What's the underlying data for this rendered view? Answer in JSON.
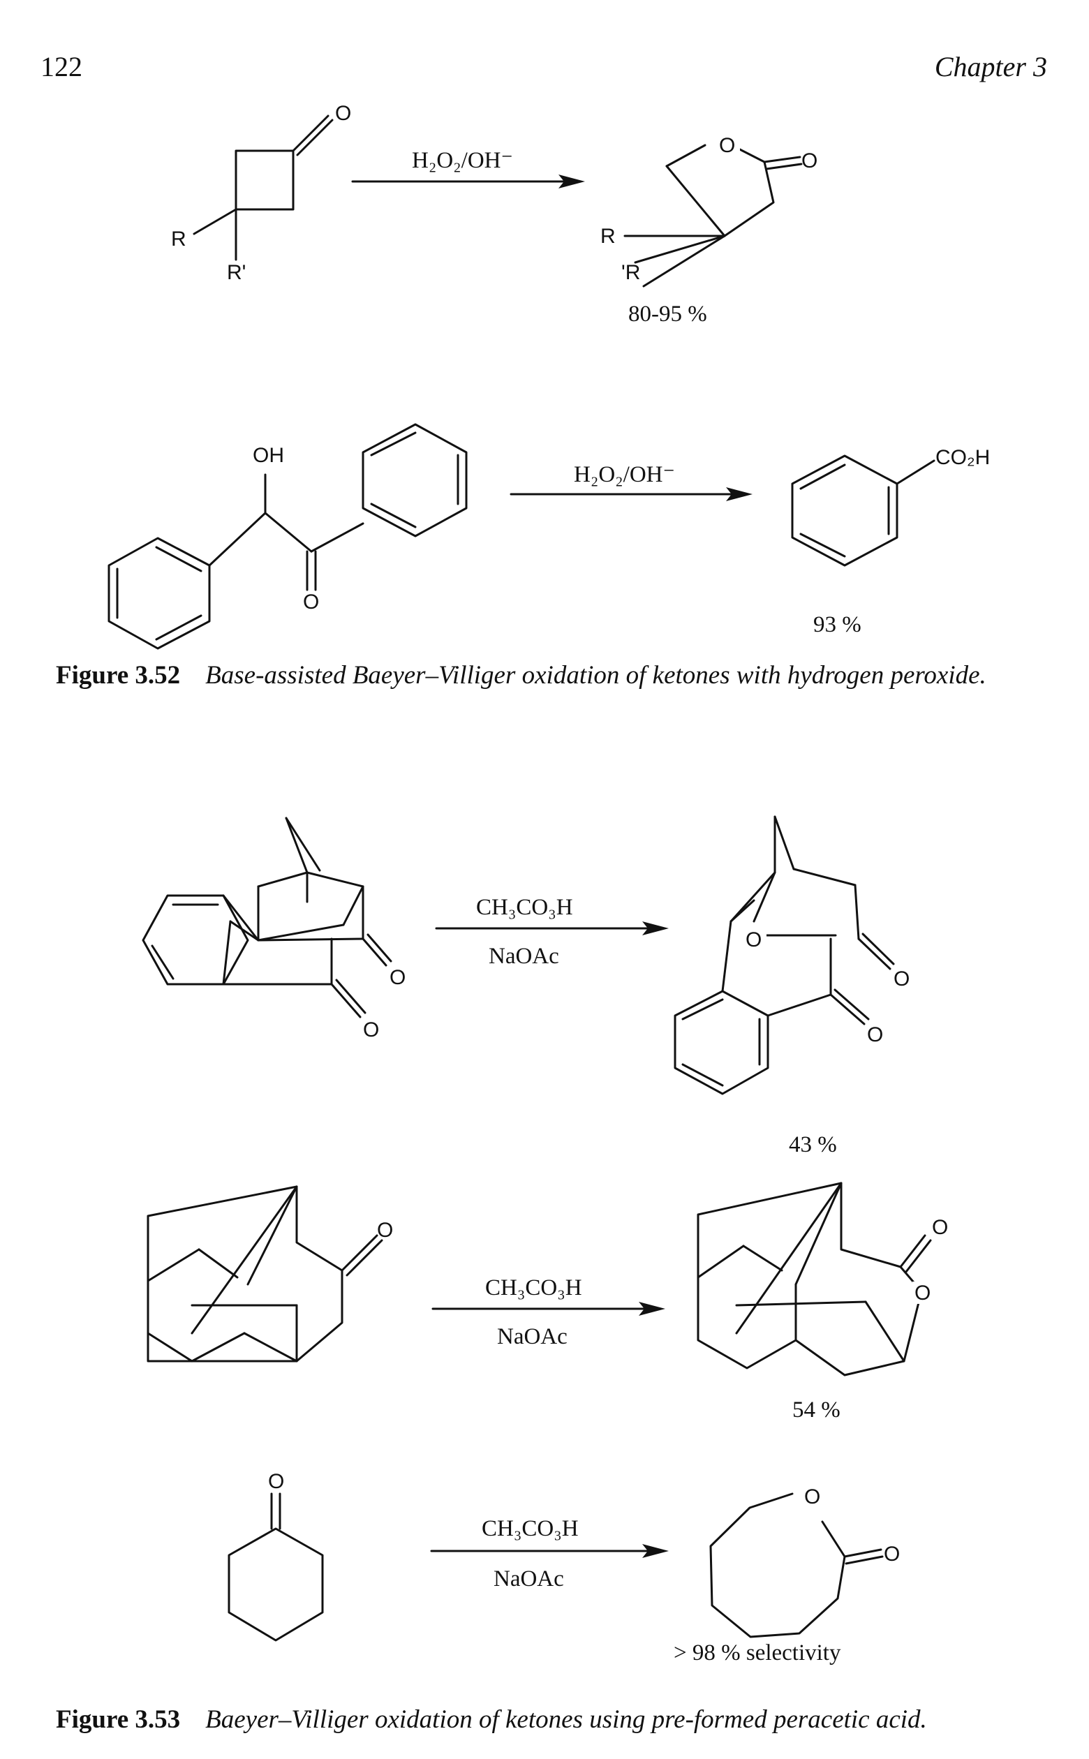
{
  "header": {
    "page_number": "122",
    "chapter": "Chapter 3"
  },
  "figure_3_52": {
    "label": "Figure 3.52",
    "caption": "Base-assisted Baeyer–Villiger oxidation of ketones with hydrogen peroxide.",
    "reaction1": {
      "reagent": "H₂O₂/OH⁻",
      "reactant_labels": {
        "carbonyl_o": "O",
        "r": "R",
        "r_prime": "R'"
      },
      "product_labels": {
        "ring_o": "O",
        "carbonyl_o": "O",
        "r": "R",
        "r_prime": "'R"
      },
      "yield": "80-95 %"
    },
    "reaction2": {
      "reagent": "H₂O₂/OH⁻",
      "reactant_labels": {
        "hydroxyl": "OH",
        "carbonyl_o": "O"
      },
      "product_labels": {
        "acid": "CO₂H"
      },
      "yield": "93 %"
    }
  },
  "figure_3_53": {
    "label": "Figure 3.53",
    "caption": "Baeyer–Villiger oxidation of ketones using pre-formed peracetic acid.",
    "reaction1": {
      "reagent_top": "CH₃CO₃H",
      "reagent_bottom": "NaOAc",
      "reactant_labels": {
        "o1": "O",
        "o2": "O"
      },
      "product_labels": {
        "ring_o": "O",
        "o1": "O",
        "o2": "O"
      },
      "yield": "43 %"
    },
    "reaction2": {
      "reagent_top": "CH₃CO₃H",
      "reagent_bottom": "NaOAc",
      "reactant_labels": {
        "carbonyl_o": "O"
      },
      "product_labels": {
        "carbonyl_o": "O",
        "ring_o": "O"
      },
      "yield": "54 %"
    },
    "reaction3": {
      "reagent_top": "CH₃CO₃H",
      "reagent_bottom": "NaOAc",
      "reactant_labels": {
        "carbonyl_o": "O"
      },
      "product_labels": {
        "ring_o": "O",
        "carbonyl_o": "O"
      },
      "yield": "> 98 % selectivity"
    }
  }
}
